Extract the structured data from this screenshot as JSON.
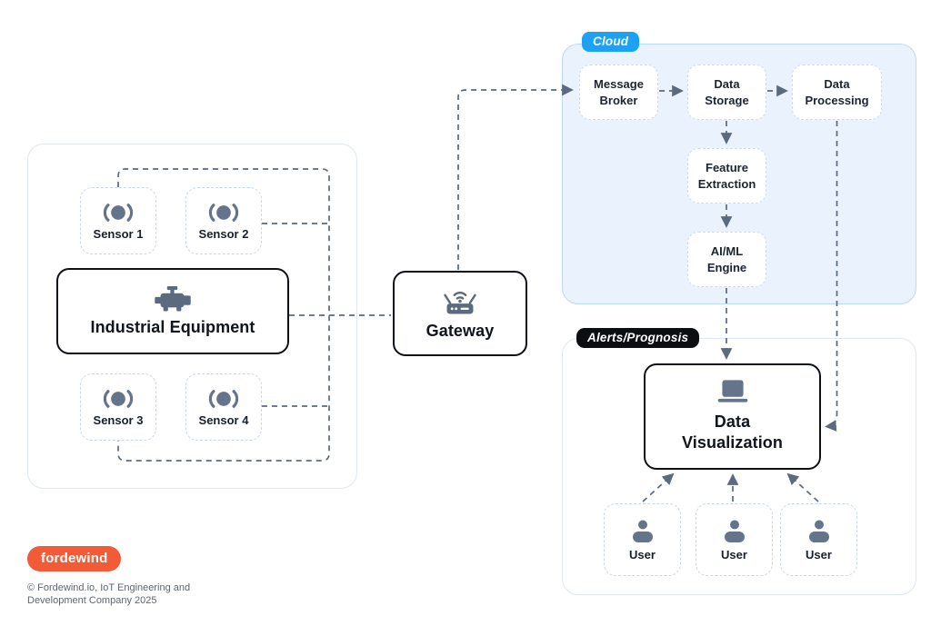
{
  "equipment": {
    "label": "Industrial Equipment",
    "sensors": [
      {
        "label": "Sensor 1"
      },
      {
        "label": "Sensor 2"
      },
      {
        "label": "Sensor 3"
      },
      {
        "label": "Sensor 4"
      }
    ]
  },
  "gateway": {
    "label": "Gateway"
  },
  "cloud": {
    "badge": "Cloud",
    "message_broker": "Message Broker",
    "data_storage": "Data Storage",
    "data_processing": "Data Processing",
    "feature_extraction": "Feature Extraction",
    "ai_ml_engine": "AI/ML Engine"
  },
  "alerts": {
    "badge": "Alerts/Prognosis",
    "data_visualization": "Data Visualization",
    "users": [
      {
        "label": "User"
      },
      {
        "label": "User"
      },
      {
        "label": "User"
      }
    ]
  },
  "footer": {
    "logo_text": "fordewind",
    "copyright": "© Fordewind.io, IoT Engineering and Development Company 2025"
  },
  "colors": {
    "accent_blue": "#1da1f3",
    "cloud_bg": "#e9f2fd",
    "badge_black": "#0c0e12",
    "logo_orange": "#f15b38",
    "wire_gray": "#5b6a7e",
    "icon_gray": "#64748b"
  }
}
